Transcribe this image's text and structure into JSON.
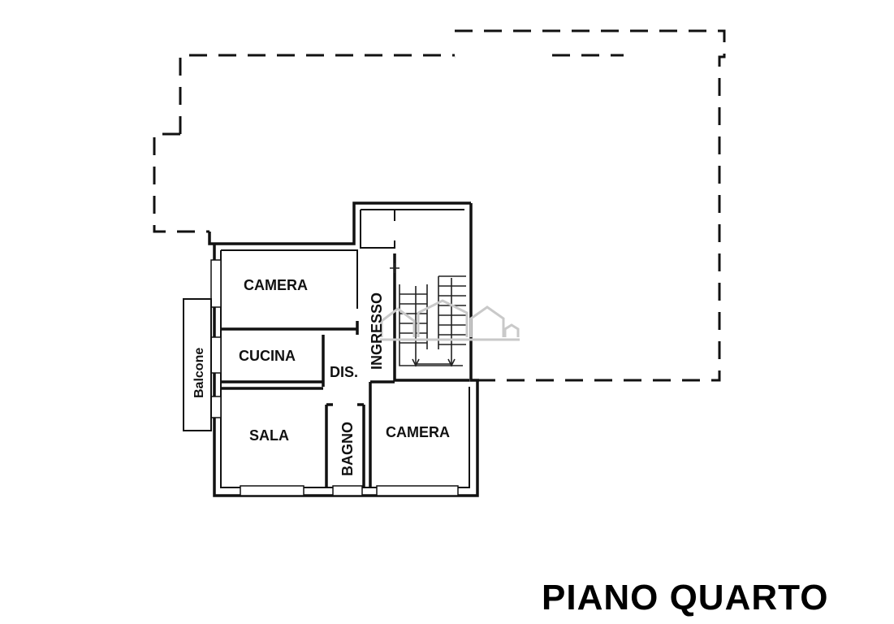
{
  "floor_title": "PIANO QUARTO",
  "rooms": {
    "camera_top": "CAMERA",
    "ingresso": "INGRESSO",
    "cucina": "CUCINA",
    "dis": "DIS.",
    "balcone": "Balcone",
    "sala": "SALA",
    "bagno": "BAGNO",
    "camera_bottom": "CAMERA"
  },
  "colors": {
    "ink": "#111111",
    "background": "#ffffff",
    "watermark": "#c9c9c9"
  }
}
